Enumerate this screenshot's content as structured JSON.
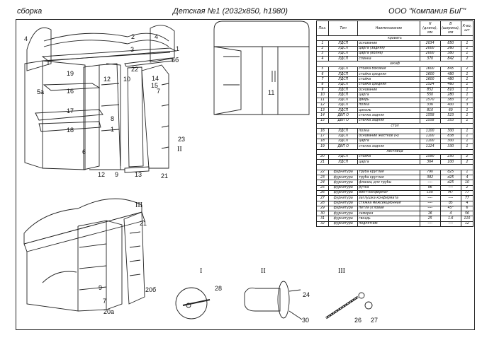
{
  "header": {
    "left": "сборка",
    "middle": "Детская №1 (2032х850, h1980)",
    "right": "ООО \"Компания БиГ\""
  },
  "table": {
    "columns": [
      "Поз.",
      "Тип",
      "Наименование",
      "Н (длина), мм",
      "В (ширина), мм",
      "К-во, шт"
    ],
    "rows": [
      {
        "section": "кровать"
      },
      {
        "cells": [
          "1",
          "ЛДСП",
          "основание",
          "2034",
          "850",
          "1"
        ]
      },
      {
        "cells": [
          "2",
          "ЛДСП",
          "царга (задняя)",
          "2000",
          "260",
          "1"
        ]
      },
      {
        "cells": [
          "3",
          "ЛДСП",
          "царга (волна)",
          "2000",
          "380",
          "1"
        ]
      },
      {
        "cells": [
          "4",
          "ЛДСП",
          "спинка",
          "370",
          "842",
          "2"
        ]
      },
      {
        "section": "шкаф"
      },
      {
        "cells": [
          "5",
          "ЛДСП",
          "стойка боковая",
          "1600",
          "845",
          "2"
        ]
      },
      {
        "cells": [
          "6",
          "ЛДСП",
          "стойка средняя",
          "1600",
          "480",
          "1"
        ]
      },
      {
        "cells": [
          "7",
          "ЛДСП",
          "стойка",
          "1600",
          "480",
          "1"
        ]
      },
      {
        "cells": [
          "8",
          "ЛДСП",
          "стойка средняя",
          "1524",
          "460",
          "1"
        ]
      },
      {
        "cells": [
          "9",
          "ЛДСП",
          "основание",
          "852",
          "810",
          "1"
        ]
      },
      {
        "cells": [
          "10",
          "ЛДСП",
          "царга",
          "550",
          "280",
          "1"
        ]
      },
      {
        "cells": [
          "11",
          "ЛДСП",
          "дверь",
          "1570",
          "383",
          "2"
        ]
      },
      {
        "cells": [
          "12",
          "ЛДСП",
          "полка",
          "336",
          "400",
          "3"
        ]
      },
      {
        "cells": [
          "13",
          "ЛДСП",
          "цоколь",
          "810",
          "60",
          "1"
        ]
      },
      {
        "cells": [
          "14",
          "ДВП О",
          "стенка задняя",
          "1558",
          "523",
          "1"
        ]
      },
      {
        "cells": [
          "15",
          "ДВП О",
          "стенка задняя",
          "1558",
          "353",
          "1"
        ]
      },
      {
        "section": "стол"
      },
      {
        "cells": [
          "16",
          "ЛДСП",
          "полка",
          "1100",
          "300",
          "1"
        ]
      },
      {
        "cells": [
          "17",
          "ЛДСП",
          "основание жесткое (R)",
          "1100",
          "838",
          "1"
        ]
      },
      {
        "cells": [
          "18",
          "ЛДСП",
          "царга",
          "1100",
          "300",
          "1"
        ]
      },
      {
        "cells": [
          "19",
          "ДВП О",
          "стенка задняя",
          "1124",
          "330",
          "1"
        ]
      },
      {
        "section": "лестница"
      },
      {
        "cells": [
          "20",
          "ЛДСП",
          "стойка",
          "1590",
          "250",
          "2"
        ]
      },
      {
        "cells": [
          "21",
          "ЛДСП",
          "царга",
          "364",
          "100",
          "2"
        ]
      },
      {
        "section": ""
      },
      {
        "cells": [
          "22",
          "фурнитура",
          "труба круглая",
          "790",
          "d25",
          "1"
        ]
      },
      {
        "cells": [
          "23",
          "фурнитура",
          "труба круглая",
          "382",
          "d25",
          "4"
        ]
      },
      {
        "cells": [
          "24",
          "фурнитура",
          "фланец для трубы",
          "----",
          "d25",
          "10"
        ]
      },
      {
        "cells": [
          "25",
          "фурнитура",
          "ручка",
          "96",
          "----",
          "2"
        ]
      },
      {
        "cells": [
          "26",
          "фурнитура",
          "винт-конфирмат",
          "L50",
          "M7",
          "77"
        ]
      },
      {
        "cells": [
          "27",
          "фурнитура",
          "заглушка конфирмата",
          "----",
          "----",
          "77"
        ]
      },
      {
        "cells": [
          "28",
          "фурнитура",
          "стяжка межсекционная",
          "----",
          "d5",
          "4"
        ]
      },
      {
        "cells": [
          "29",
          "фурнитура",
          "петля угловая",
          "----",
          "45°",
          "6"
        ]
      },
      {
        "cells": [
          "30",
          "фурнитура",
          "саморез",
          "16",
          "4",
          "56"
        ]
      },
      {
        "cells": [
          "31",
          "фурнитура",
          "гвоздь",
          "25",
          "1.6",
          "110"
        ]
      },
      {
        "cells": [
          "32",
          "фурнитура",
          "подпятник",
          "----",
          "----",
          "12"
        ]
      }
    ]
  },
  "callouts": {
    "a": "4",
    "b": "2",
    "c": "4",
    "d": "3",
    "e": "1",
    "f": "5б",
    "g": "19",
    "h": "5а",
    "i": "16",
    "j": "12",
    "k": "22",
    "l": "10",
    "m": "14",
    "n": "15",
    "o": "7",
    "p": "17",
    "q": "18",
    "r": "8",
    "s": "1",
    "t": "23",
    "u": "6",
    "v": "12",
    "w": "9",
    "x": "13",
    "y": "21",
    "z": "11",
    "aa": "21",
    "ab": "9",
    "ac": "7",
    "ad": "20б",
    "ae": "20а",
    "af": "28",
    "ag": "24",
    "ah": "30",
    "ai": "26",
    "aj": "27"
  },
  "roman": {
    "r1": "II",
    "r2": "III",
    "r3": "I",
    "r4": "II",
    "r5": "III"
  }
}
